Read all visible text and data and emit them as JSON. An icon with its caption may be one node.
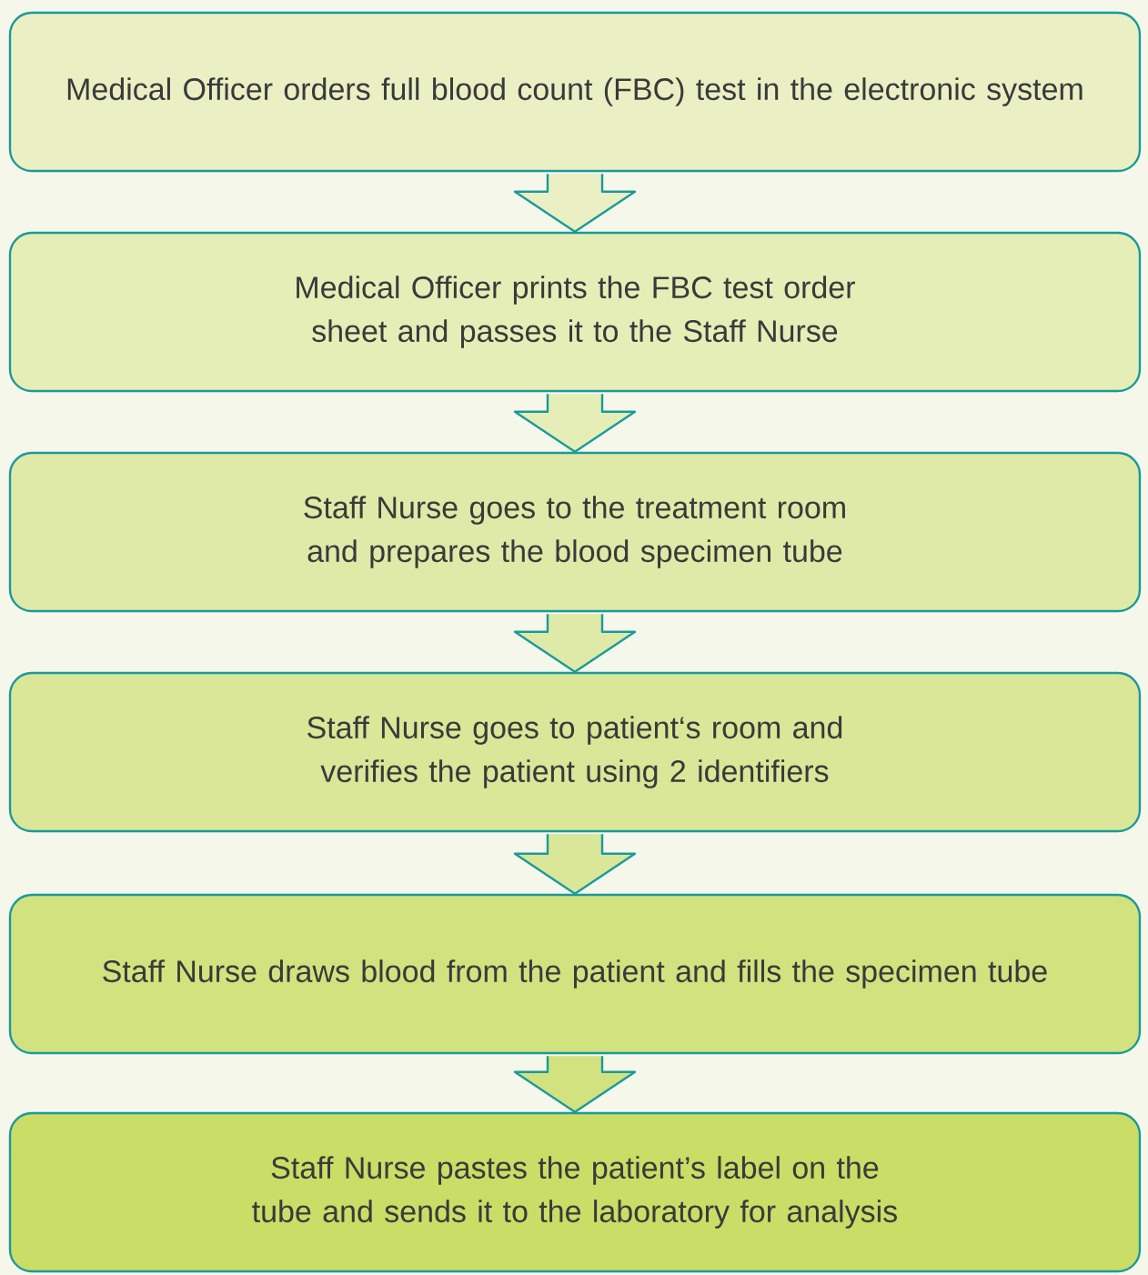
{
  "diagram": {
    "nodes": [
      {
        "text": [
          "Medical Officer orders full blood count (FBC) test in the electronic system"
        ]
      },
      {
        "text": [
          "Medical Officer prints the FBC test order sheet and passes it to the Staff Nurse"
        ]
      },
      {
        "text": [
          "Staff Nurse goes to the treatment room and prepares the blood specimen tube"
        ]
      },
      {
        "text": [
          "Staff Nurse goes to patient‘s room and verifies the patient using 2 identifiers"
        ]
      },
      {
        "text": [
          "Staff Nurse draws blood from the patient and fills the specimen tube"
        ]
      },
      {
        "text": [
          "Staff Nurse pastes the patient’s label on the tube and sends it to the laboratory for analysis"
        ]
      }
    ],
    "edges": [
      {
        "from": 0,
        "to": 1,
        "arrow": "to"
      },
      {
        "from": 1,
        "to": 2,
        "arrow": "to"
      },
      {
        "from": 2,
        "to": 3,
        "arrow": "to"
      },
      {
        "from": 3,
        "to": 4,
        "arrow": "to"
      },
      {
        "from": 4,
        "to": 5,
        "arrow": "to"
      }
    ]
  }
}
